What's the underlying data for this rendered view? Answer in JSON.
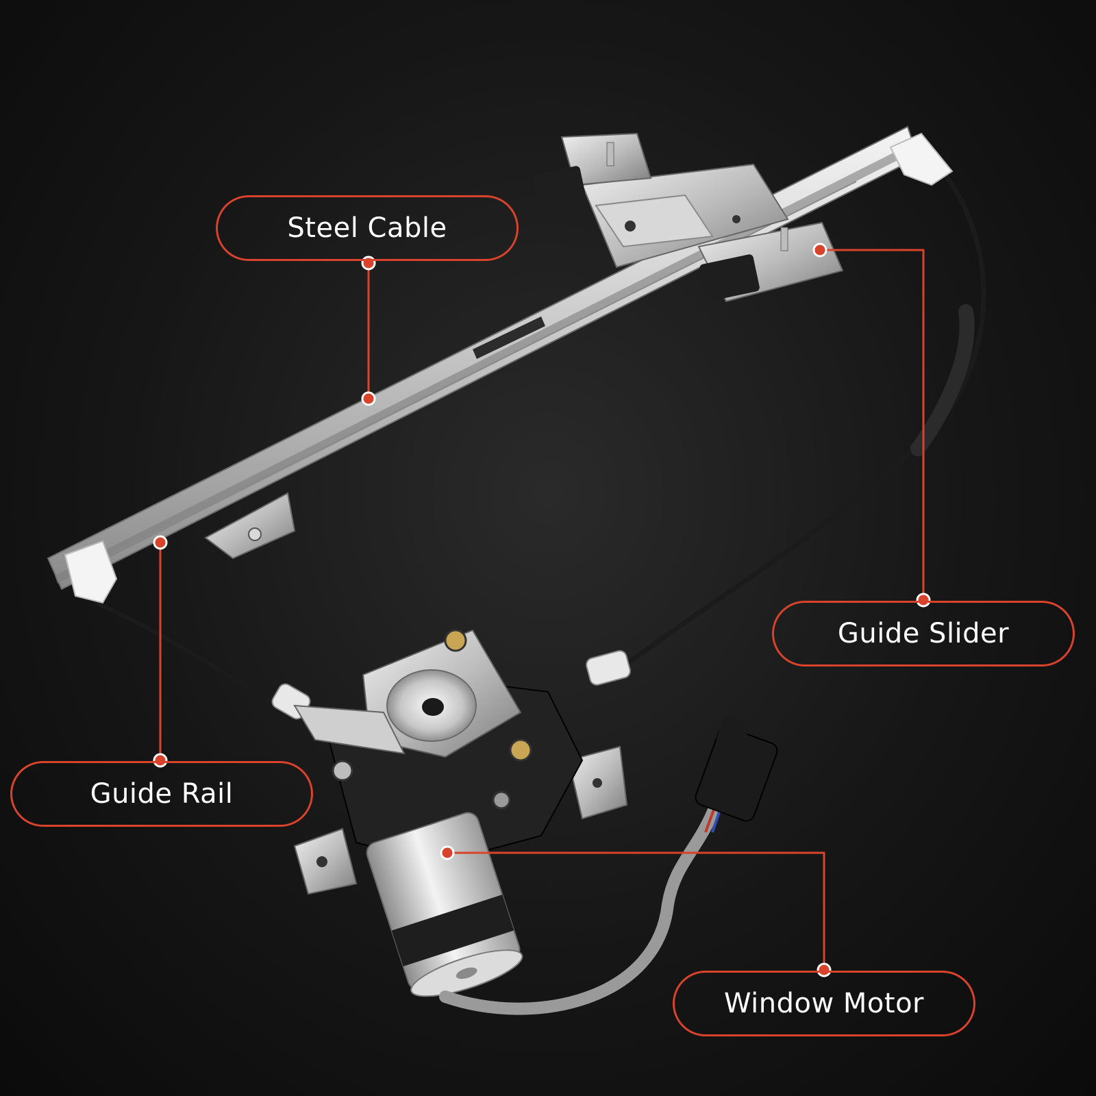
{
  "labels": {
    "steel_cable": "Steel Cable",
    "guide_slider": "Guide Slider",
    "guide_rail": "Guide Rail",
    "window_motor": "Window Motor"
  },
  "colors": {
    "accent": "#d9432c",
    "background": "#161616",
    "metal_light": "#e6e6e6",
    "metal_mid": "#a9a9a9",
    "metal_dark": "#5e5e5e",
    "cable": "#1b1b1b",
    "wire_gray": "#9a9a9a"
  }
}
